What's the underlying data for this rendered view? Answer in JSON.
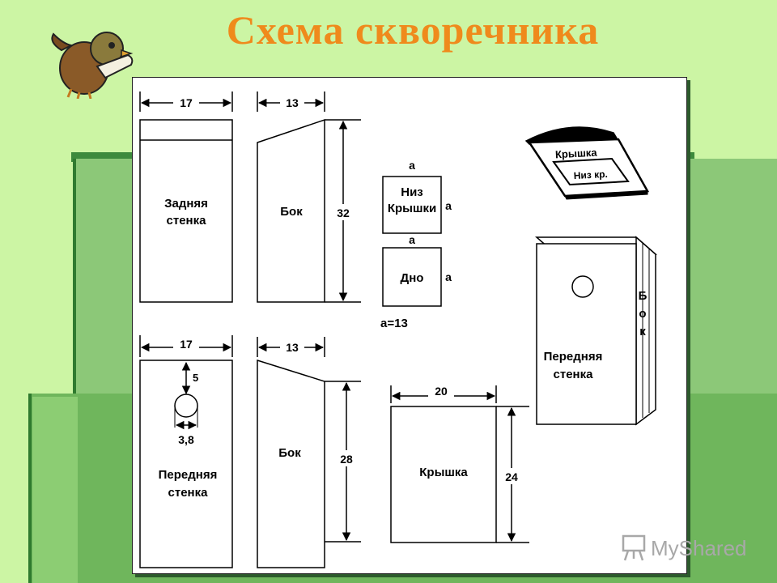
{
  "slide": {
    "title": "Схема скворечника",
    "watermark": "MyShared"
  },
  "diagram": {
    "parts": {
      "back_wall": {
        "label_line1": "Задняя",
        "label_line2": "стенка",
        "width": "17"
      },
      "side_top": {
        "label": "Бок",
        "width": "13",
        "height": "32"
      },
      "lid_bottom": {
        "label_line1": "Низ",
        "label_line2": "Крышки",
        "side_top": "а",
        "side_right": "а"
      },
      "floor": {
        "label": "Дно",
        "side_top": "а",
        "side_right": "а"
      },
      "a_value": "а=13",
      "front_wall": {
        "label_line1": "Передняя",
        "label_line2": "стенка",
        "width": "17",
        "hole_offset": "5",
        "hole_diameter": "3,8"
      },
      "side_bottom": {
        "label": "Бок",
        "width": "13",
        "height": "28"
      },
      "lid": {
        "label": "Крышка",
        "width": "20",
        "height": "24"
      },
      "assembled": {
        "front_line1": "Передняя",
        "front_line2": "стенка",
        "side_letters": [
          "Б",
          "о",
          "к"
        ],
        "lid_label": "Крышка",
        "lid_bottom_label": "Низ кр."
      }
    }
  }
}
